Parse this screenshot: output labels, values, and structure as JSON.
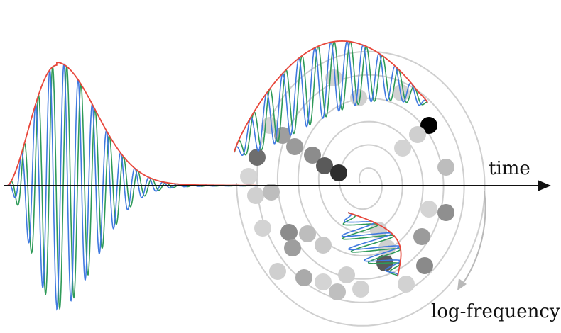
{
  "labels": {
    "time": "time",
    "log_frequency": "log-frequency"
  },
  "colors": {
    "axis": "#111111",
    "envelope": "#e8473b",
    "wave_blue": "#3f79e0",
    "wave_green": "#2e9a58",
    "spiral": "#cfcfcf",
    "freq_arrow": "#b9b9b9"
  },
  "spiral": {
    "turns": 6
  },
  "dots": [
    {
      "shade": "#d2d2d2"
    },
    {
      "shade": "#d2d2d2"
    },
    {
      "shade": "#d0d0d0"
    },
    {
      "shade": "#d3d3d3"
    },
    {
      "shade": "#9e9e9e"
    },
    {
      "shade": "#9a9a9a"
    },
    {
      "shade": "#8c8c8c"
    },
    {
      "shade": "#5a5a5a"
    },
    {
      "shade": "#2e2e2e"
    },
    {
      "shade": "#000000"
    },
    {
      "shade": "#cfcfcf"
    },
    {
      "shade": "#d3d3d3"
    },
    {
      "shade": "#bdbdbd"
    },
    {
      "shade": "#6e6e6e"
    },
    {
      "shade": "#d6d6d6"
    },
    {
      "shade": "#d0d0d0"
    },
    {
      "shade": "#bdbdbd"
    },
    {
      "shade": "#d4d4d4"
    },
    {
      "shade": "#8f8f8f"
    },
    {
      "shade": "#d3d3d3"
    },
    {
      "shade": "#8c8c8c"
    },
    {
      "shade": "#bdbdbd"
    },
    {
      "shade": "#9e9e9e"
    },
    {
      "shade": "#c9c9c9"
    },
    {
      "shade": "#cdcdcd"
    },
    {
      "shade": "#d2d2d2"
    },
    {
      "shade": "#aaaaaa"
    },
    {
      "shade": "#d4d4d4"
    },
    {
      "shade": "#cfcfcf"
    },
    {
      "shade": "#bfbfbf"
    },
    {
      "shade": "#d2d2d2"
    },
    {
      "shade": "#d2d2d2"
    },
    {
      "shade": "#cfcfcf"
    },
    {
      "shade": "#5a5a5a"
    },
    {
      "shade": "#8a8a8a"
    },
    {
      "shade": "#9b9b9b"
    },
    {
      "shade": "#d0d0d0"
    },
    {
      "shade": "#d0d0d0"
    }
  ]
}
